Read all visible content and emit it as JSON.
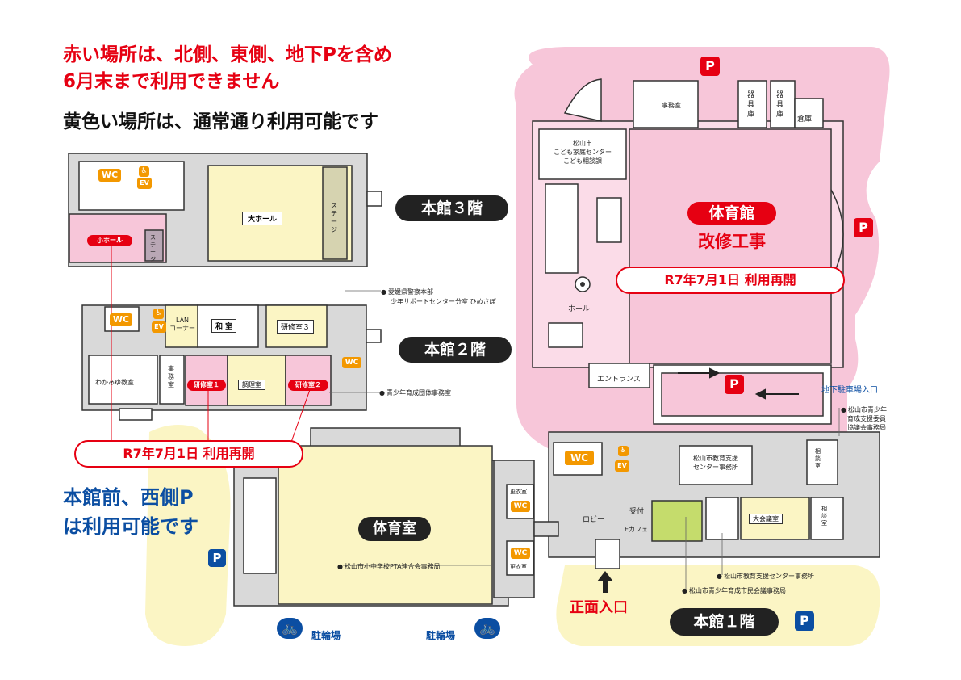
{
  "notices": {
    "red_line1": "赤い場所は、北側、東側、地下Pを含め",
    "red_line2": "6月末まで利用できません",
    "black_line": "黄色い場所は、通常通り利用可能です",
    "blue_line1": "本館前、西側P",
    "blue_line2": "は利用可能です"
  },
  "floors": {
    "f3": "本館３階",
    "f2": "本館２階",
    "f1": "本館１階"
  },
  "gym": {
    "title": "体育館",
    "status": "改修工事",
    "reopen": "R7年7月1日 利用再開",
    "office": "事務室",
    "storage1": "器具庫",
    "storage2": "器具庫",
    "warehouse": "倉庫",
    "center_l1": "松山市",
    "center_l2": "こども家庭センター",
    "center_l3": "こども相談課",
    "hall": "ホール",
    "entrance": "エントランス",
    "underground": "地下駐車場入口"
  },
  "floor3": {
    "wc": "WC",
    "ev": "EV",
    "big_hall": "大ホール",
    "stage": "ステージ",
    "small_hall": "小ホール",
    "stage2": "ステージ"
  },
  "floor2": {
    "wc": "WC",
    "ev": "EV",
    "lan": "LAN",
    "corner": "コーナー",
    "washitsu": "和 室",
    "kenshu3": "研修室３",
    "police_l1": "愛媛県警察本部",
    "police_l2": "少年サポートセンター分室 ひめさぽ",
    "wakaayu": "わかあゆ教室",
    "jimu": "事務室",
    "kenshu1": "研修室１",
    "chouri": "調理室",
    "kenshu2": "研修室２",
    "wc2": "WC",
    "youth_org": "青少年育成団体事務室",
    "reopen": "R7年7月1日 利用再開"
  },
  "floor1": {
    "gym_room": "体育室",
    "pta": "松山市小中学校PTA連合会事務局",
    "locker1": "更衣室",
    "wc1": "WC",
    "locker2": "更衣室",
    "wc2": "WC",
    "wc3": "WC",
    "ev": "EV",
    "edu_center_l1": "松山市教育支援",
    "edu_center_l2": "センター事務所",
    "soudan1": "相談室",
    "soudan2": "相談室",
    "lobby": "ロビー",
    "reception": "受付",
    "ecafe": "Eカフェ",
    "meeting": "大会議室",
    "youth_comm_l1": "松山市青少年",
    "youth_comm_l2": "育成支援委員",
    "youth_comm_l3": "協議会事務局",
    "edu_note": "松山市教育支援センター事務所",
    "citizen_note": "松山市青少年育成市民会議事務局",
    "front_entrance": "正面入口",
    "bike1": "駐輪場",
    "bike2": "駐輪場"
  },
  "parking": {
    "label": "P"
  },
  "colors": {
    "red": "#e60012",
    "pink": "#f7c6d9",
    "yellow": "#fbf5c4",
    "blue": "#0b4ea2",
    "orange": "#f39800",
    "green": "#c5dc6c"
  }
}
